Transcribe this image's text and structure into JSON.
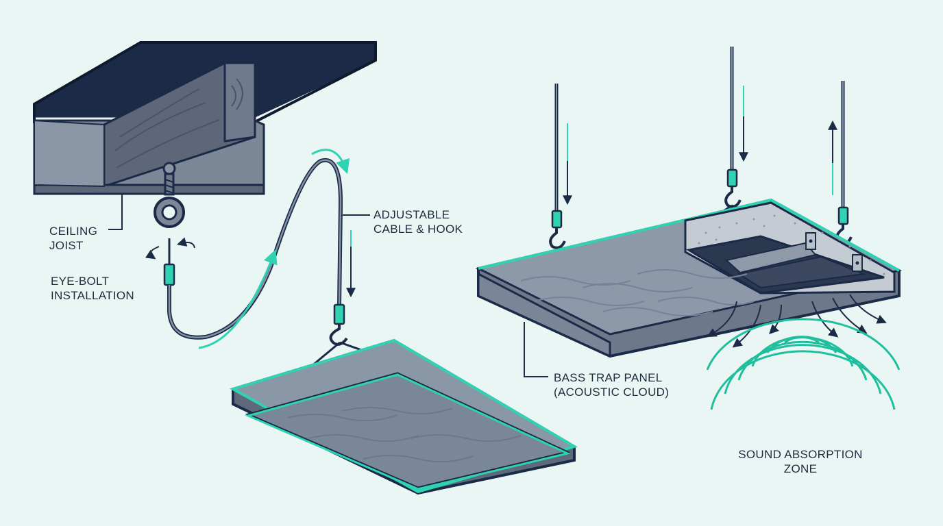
{
  "labels": {
    "ceiling_joist": [
      "CEILING",
      "JOIST"
    ],
    "eye_bolt": [
      "EYE-BOLT",
      "INSTALLATION"
    ],
    "cable_hook": [
      "ADJUSTABLE",
      "CABLE & HOOK"
    ],
    "bass_trap": [
      "BASS TRAP PANEL",
      "(ACOUSTIC CLOUD)"
    ],
    "sound_zone": [
      "SOUND ABSORPTION",
      "ZONE"
    ]
  },
  "colors": {
    "background": "#eaf6f4",
    "navy": "#1b2a47",
    "steel": "#5f6b7e",
    "panel": "#8693a3",
    "accent": "#2fd3b2",
    "text": "#1e2b3e"
  }
}
